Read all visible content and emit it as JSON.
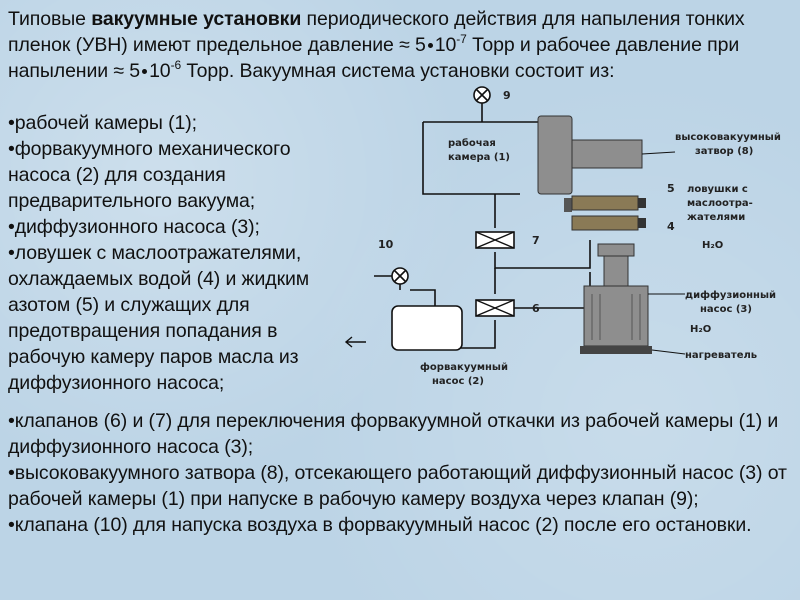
{
  "intro": {
    "t1": "Типовые ",
    "bold": "вакуумные установки",
    "t2": " периодического действия для напыления тонких пленок (УВН) имеют предельное давление ≈ 5",
    "base1": "10",
    "exp1": "-7",
    "t3": " Торр и рабочее давление при напылении ≈ 5",
    "base2": "10",
    "exp2": "-6",
    "t4": " Торр. Вакуумная система установки состоит из:"
  },
  "list1": [
    "•рабочей камеры (1);",
    "•форвакуумного механического насоса (2) для создания предварительного вакуума;",
    "•диффузионного насоса (3);",
    "•ловушек с маслоотражателями, охлаждаемых водой (4) и жидким азотом (5) и служащих для предотвращения попадания в рабочую камеру паров масла из диффузионного насоса;"
  ],
  "list2": [
    "•клапанов (6) и (7) для переключения форвакуумной откачки из рабочей камеры (1) и диффузионного насоса (3);",
    "•высоковакуумного затвора (8), отсекающего работающий диффузионный насос (3) от рабочей камеры (1) при напуске в рабочую камеру воздуха через клапан (9);",
    "•клапана (10) для напуска воздуха в форвакуумный насос (2) после его остановки."
  ],
  "diagram": {
    "label_9": "9",
    "label_chamber_1": "рабочая",
    "label_chamber_2": "камера (1)",
    "label_gate_1": "высоковакуумный",
    "label_gate_2": "затвор (8)",
    "label_5": "5",
    "label_4": "4",
    "label_traps_1": "ловушки с",
    "label_traps_2": "маслоотра-",
    "label_traps_3": "жателями",
    "label_water_1": "H₂O",
    "label_7": "7",
    "label_10": "10",
    "label_diff_1": "диффузионный",
    "label_diff_2": "насос (3)",
    "label_6": "6",
    "label_water_2": "H₂O",
    "label_heater": "нагреватель",
    "label_fore_1": "форвакуумный",
    "label_fore_2": "насос (2)"
  }
}
